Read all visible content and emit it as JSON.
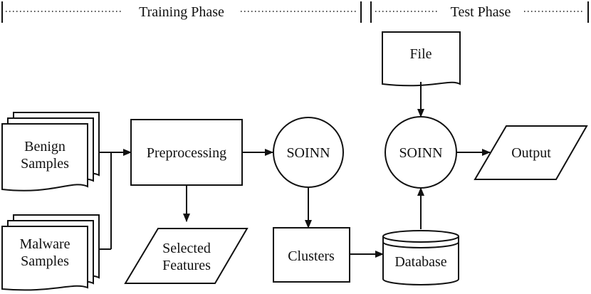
{
  "phases": {
    "training": "Training Phase",
    "test": "Test Phase"
  },
  "nodes": {
    "benign": [
      "Benign",
      "Samples"
    ],
    "malware": [
      "Malware",
      "Samples"
    ],
    "preprocessing": "Preprocessing",
    "selected_features": [
      "Selected",
      "Features"
    ],
    "soinn_training": "SOINN",
    "clusters": "Clusters",
    "database": "Database",
    "file": "File",
    "soinn_test": "SOINN",
    "output": "Output"
  },
  "edges": [
    {
      "from": "benign",
      "to": "preprocessing"
    },
    {
      "from": "malware",
      "to": "preprocessing"
    },
    {
      "from": "preprocessing",
      "to": "selected_features"
    },
    {
      "from": "preprocessing",
      "to": "soinn_training"
    },
    {
      "from": "soinn_training",
      "to": "clusters"
    },
    {
      "from": "clusters",
      "to": "database"
    },
    {
      "from": "database",
      "to": "soinn_test"
    },
    {
      "from": "file",
      "to": "soinn_test"
    },
    {
      "from": "soinn_test",
      "to": "output"
    }
  ]
}
